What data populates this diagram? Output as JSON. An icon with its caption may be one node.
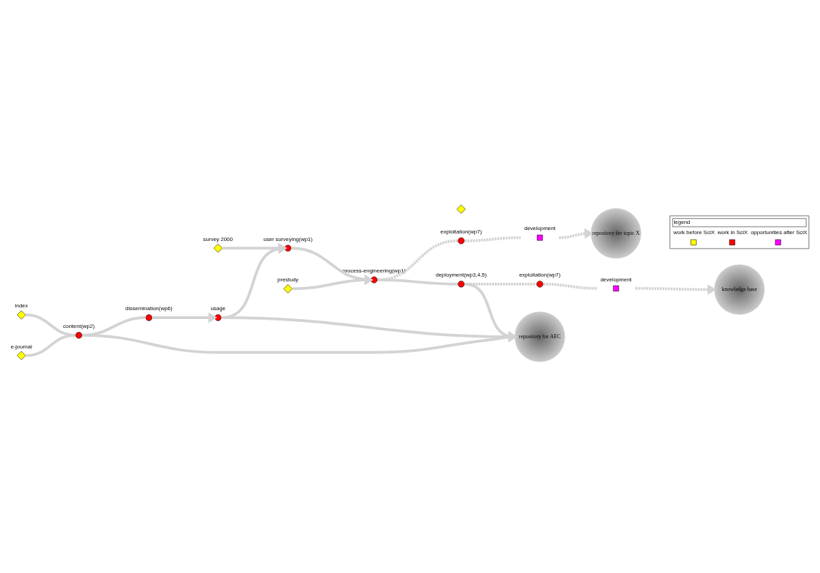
{
  "diagram": {
    "nodes": [
      {
        "text": [],
        "shape": "diamond",
        "beside": [
          "index"
        ]
      },
      {
        "text": [],
        "shape": "diamond",
        "beside": [
          "e-journal"
        ]
      },
      {
        "text": [],
        "shape": "circle",
        "beside": [
          "content(wp2)"
        ]
      },
      {
        "text": [],
        "shape": "circle",
        "beside": [
          "dissemination(wp6)"
        ]
      },
      {
        "text": [],
        "shape": "circle",
        "beside": [
          "usage"
        ]
      },
      {
        "text": [],
        "shape": "diamond",
        "beside": [
          "survey 2000"
        ]
      },
      {
        "text": [],
        "shape": "circle",
        "beside": [
          "user surveying(wp1)"
        ]
      },
      {
        "text": [],
        "shape": "diamond",
        "beside": [
          "prestudy"
        ]
      },
      {
        "text": [],
        "shape": "circle",
        "beside": [
          "process-engineering(wp1)"
        ]
      },
      {
        "text": [],
        "shape": "circle",
        "beside": [
          "deployment(wp3,4,5)"
        ]
      },
      {
        "text": [],
        "shape": "diamond"
      },
      {
        "text": [],
        "shape": "circle",
        "beside": [
          "exploitation(wp7)"
        ]
      },
      {
        "text": [],
        "shape": "box",
        "beside": [
          "development"
        ]
      },
      {
        "text": [],
        "shape": "circle",
        "beside": [
          "exploitation(wp7)"
        ]
      },
      {
        "text": [],
        "shape": "box",
        "beside": [
          "development"
        ]
      },
      {
        "text": [
          "repository for AEC"
        ]
      },
      {
        "text": [
          "knowledge base"
        ]
      },
      {
        "text": [
          "repository for topic X"
        ]
      }
    ],
    "edges": [
      {
        "from": 0,
        "to": 2,
        "arrow": "none"
      },
      {
        "from": 1,
        "to": 2,
        "arrow": "none"
      },
      {
        "from": 2,
        "to": 3,
        "arrow": "none"
      },
      {
        "from": 2,
        "to": 15,
        "arrow": "to"
      },
      {
        "from": 3,
        "to": 4,
        "arrow": "to"
      },
      {
        "from": 4,
        "to": 15,
        "arrow": "to"
      },
      {
        "from": 4,
        "to": 6,
        "arrow": "to"
      },
      {
        "from": 5,
        "to": 6,
        "arrow": "to"
      },
      {
        "from": 6,
        "to": 8,
        "arrow": "to"
      },
      {
        "from": 7,
        "to": 8,
        "arrow": "to"
      },
      {
        "from": 8,
        "to": 9,
        "arrow": "none"
      },
      {
        "from": 9,
        "to": 15,
        "arrow": "to"
      },
      {
        "from": 9,
        "to": 11,
        "arrow": "none",
        "style": "dashed"
      },
      {
        "from": 11,
        "to": 12,
        "arrow": "none",
        "style": "dashed"
      },
      {
        "from": 12,
        "to": 16,
        "arrow": "to",
        "style": "dashed"
      },
      {
        "from": 8,
        "to": 13,
        "arrow": "none",
        "style": "dashed"
      },
      {
        "from": 13,
        "to": 14,
        "arrow": "none",
        "style": "dashed"
      },
      {
        "from": 14,
        "to": 17,
        "arrow": "to",
        "style": "dashed"
      }
    ],
    "labels": [
      "legend"
    ],
    "legend": [
      {
        "text": "work before SciX"
      },
      {
        "text": "work in SciX"
      },
      {
        "text": "opportunities after SciX"
      }
    ]
  }
}
